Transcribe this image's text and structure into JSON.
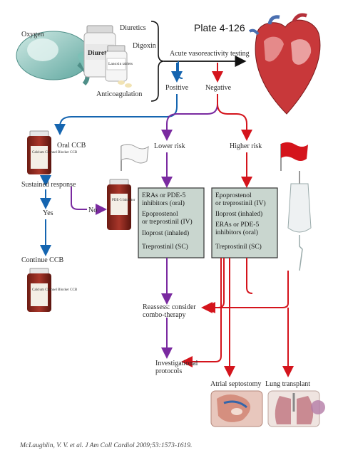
{
  "plate_title": "Plate 4-126",
  "therapies_top": {
    "oxygen": "Oxygen",
    "diuretics": "Diuretics",
    "digoxin": "Digoxin",
    "anticoagulation": "Anticoagulation",
    "diuretic_bottle_label": "Diuretic",
    "digoxin_bottle_label": "Lanoxin tablets"
  },
  "testing": {
    "label": "Acute vasoreactivity testing",
    "positive": "Positive",
    "negative": "Negative"
  },
  "positive_branch": {
    "oral_ccb": "Oral CCB",
    "bottle_label": "Calcium Channel Blocker CCB",
    "sustained": "Sustained response",
    "yes": "Yes",
    "no": "No",
    "continue": "Continue CCB",
    "pde5_bottle_label": "PDE-5 Inhibitor"
  },
  "lower_risk": {
    "label": "Lower risk",
    "items": [
      "ERAs or PDE-5 inhibitors (oral)",
      "Epoprostenol or treprostinil (IV)",
      "Iloprost (inhaled)",
      "Treprostinil (SC)"
    ]
  },
  "higher_risk": {
    "label": "Higher risk",
    "items": [
      "Epoprostenol or treprostinil (IV)",
      "Iloprost (inhaled)",
      "ERAs or PDE-5 inhibitors (oral)",
      "Treprostinil (SC)"
    ]
  },
  "reassess": "Reassess: consider combo-therapy",
  "investigational": "Investigational protocols",
  "atrial": "Atrial septostomy",
  "lung": "Lung transplant",
  "citation": "McLaughlin, V. V. et al. J Am Coll Cardiol 2009;53:1573-1619.",
  "colors": {
    "blue": "#1565b0",
    "purple": "#7a2aa0",
    "red": "#d4141c",
    "box": "#c9d6cf"
  }
}
